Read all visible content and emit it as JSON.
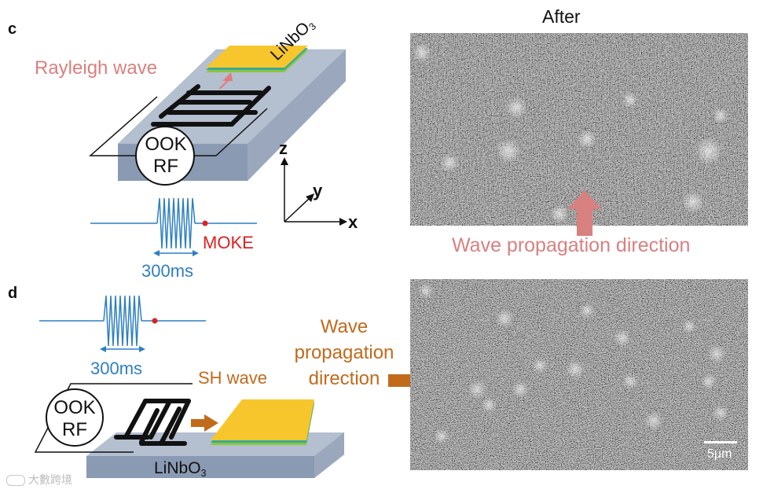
{
  "panel_c": {
    "label": "c",
    "rayleigh_wave": "Rayleigh wave",
    "substrate_main": "LiNbO",
    "substrate_sub": "3",
    "ook_line1": "OOK",
    "ook_line2": "RF",
    "pulse_duration": "300ms",
    "moke": "MOKE",
    "axis_z": "z",
    "axis_y": "y",
    "axis_x": "x",
    "image_title": "After",
    "wave_direction": "Wave propagation direction"
  },
  "panel_d": {
    "label": "d",
    "pulse_duration": "300ms",
    "sh_wave": "SH wave",
    "ook_line1": "OOK",
    "ook_line2": "RF",
    "substrate_main": "LiNbO",
    "substrate_sub": "3",
    "wave_dir_line1": "Wave",
    "wave_dir_line2": "propagation",
    "wave_dir_line3": "direction",
    "scale_bar": "5μm"
  },
  "watermark": "大數跨境",
  "colors": {
    "substrate_top": "#b4bfd0",
    "substrate_side": "#8b9ab3",
    "film_yellow": "#f7c62c",
    "film_teal": "#3aa99a",
    "film_green": "#8cc63f",
    "rayleigh_pink": "#d98080",
    "pulse_blue": "#2e7fc1",
    "moke_red": "#e02020",
    "sh_orange": "#c26a1c"
  }
}
